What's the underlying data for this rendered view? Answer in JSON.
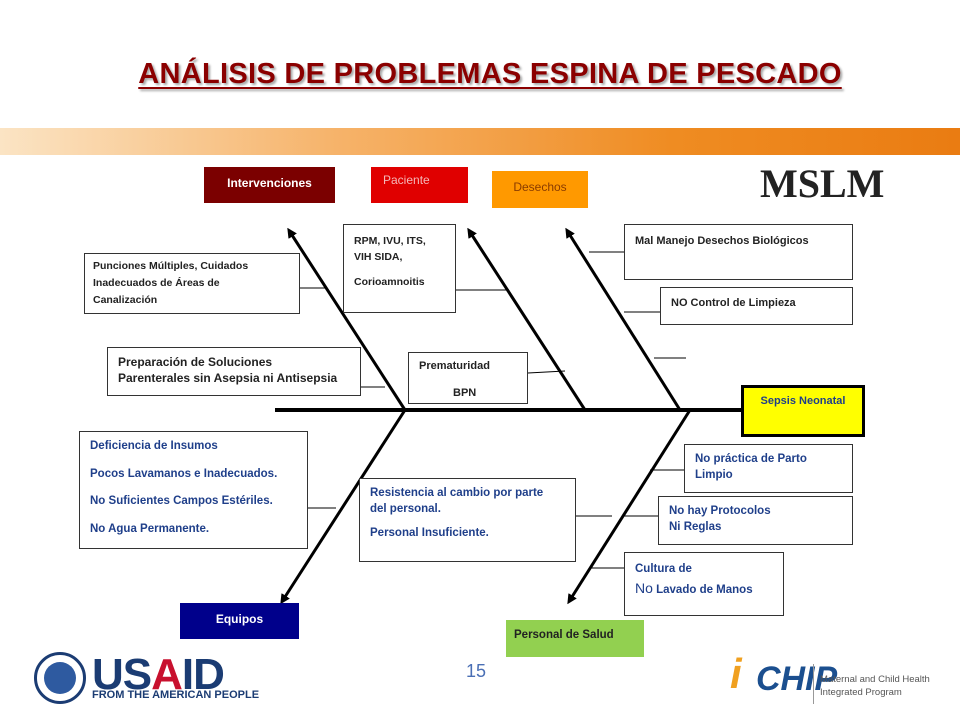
{
  "title": "ANÁLISIS DE PROBLEMAS  ESPINA DE PESCADO",
  "watermark": "MSLM",
  "page_number": "15",
  "colors": {
    "title": "#8b0000",
    "intervenciones": "#7b0000",
    "paciente": "#e00000",
    "desechos": "#ff9900",
    "equipos": "#00008b",
    "personal": "#92d050",
    "effect": "#ffff00"
  },
  "categories": {
    "intervenciones": "Intervenciones",
    "paciente": "Paciente",
    "desechos": "Desechos",
    "equipos": "Equipos",
    "personal": "Personal de Salud"
  },
  "effect": "Sepsis Neonatal",
  "causes": {
    "punciones": [
      "Punciones Múltiples, Cuidados",
      "Inadecuados de Áreas de",
      "Canalización"
    ],
    "preparacion": [
      "Preparación de Soluciones",
      "Parenterales sin Asepsia ni Antisepsia"
    ],
    "rpm": [
      "RPM, IVU, ITS,",
      "VIH SIDA,",
      "Corioamnoitis"
    ],
    "prematuridad": [
      "Prematuridad",
      "BPN"
    ],
    "mal_manejo": "Mal Manejo Desechos Biológicos",
    "no_control": "NO Control de Limpieza",
    "deficiencia": [
      "Deficiencia de Insumos",
      "Pocos Lavamanos e Inadecuados.",
      "No Suficientes Campos  Estériles.",
      "No Agua  Permanente."
    ],
    "resistencia": [
      "Resistencia al cambio por parte",
      "del personal.",
      "Personal Insuficiente."
    ],
    "no_practica": [
      "No práctica de Parto",
      "Limpio"
    ],
    "no_protocolos": [
      "No hay  Protocolos",
      "Ni Reglas"
    ],
    "cultura": [
      "Cultura de",
      "No",
      "Lavado de Manos"
    ]
  },
  "logos": {
    "usaid": {
      "word_pre": "US",
      "word_a": "A",
      "word_post": "ID",
      "tagline": "FROM THE AMERICAN PEOPLE"
    },
    "chip": {
      "mark": "i",
      "word": "CHIP",
      "tagline_1": "Maternal and Child Health",
      "tagline_2": "Integrated Program"
    }
  }
}
